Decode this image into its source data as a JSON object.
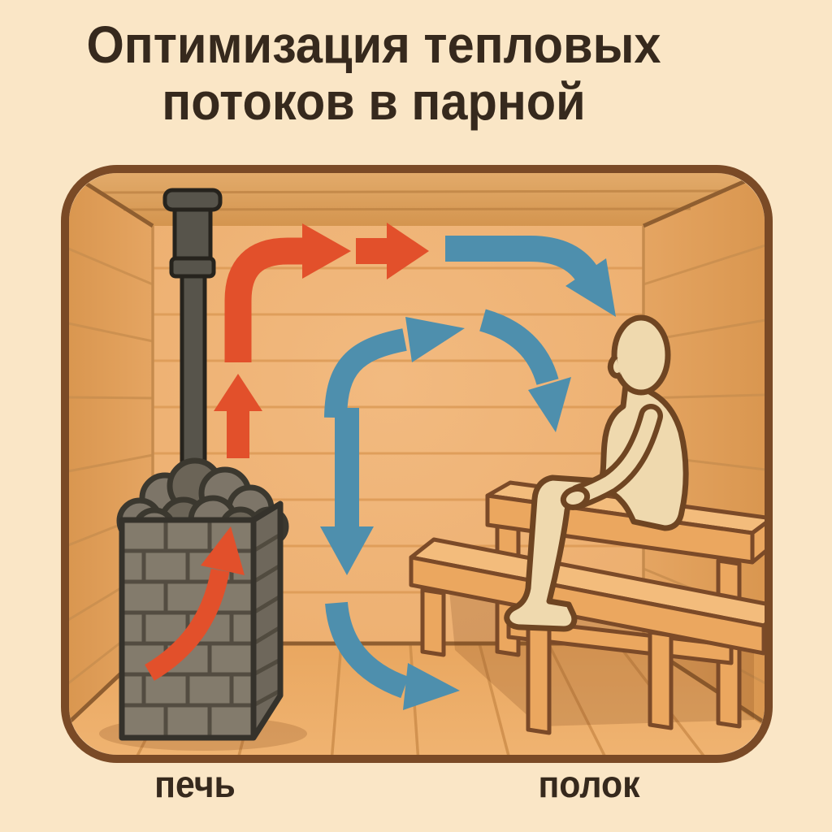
{
  "title": {
    "line1": "Оптимизация тепловых",
    "line2": "потоков в парной"
  },
  "labels": {
    "stove": "печь",
    "bench": "полок"
  },
  "colors": {
    "background": "#FAE6C6",
    "title_text": "#36291D",
    "room_border": "#7A4A26",
    "back_wall": "#EEB175",
    "side_wall": "#DF9E5A",
    "ceiling": "#DA9D5F",
    "floor": "#ECAD6A",
    "plank_line": "#C98E4F",
    "wood_outline": "#7B4A28",
    "hot_flow": "#E2502B",
    "cool_flow": "#4E8FAD",
    "stove_gray": "#7D7568",
    "stove_dark": "#3B382F",
    "chimney": "#57544B",
    "bench_top": "#F3BC7C",
    "bench_side": "#EBA75F",
    "skin": "#EFD9AE",
    "skin_outline": "#6F4522"
  },
  "scene": {
    "elements": [
      "sauna-room",
      "chimney",
      "stove-with-stones",
      "two-tier-bench",
      "seated-person"
    ],
    "arrows": [
      {
        "name": "hot-rise-inside-stove-arrow",
        "color": "#E2502B"
      },
      {
        "name": "hot-up-arrow",
        "color": "#E2502B"
      },
      {
        "name": "hot-curve-to-ceiling-arrow",
        "color": "#E2502B"
      },
      {
        "name": "hot-along-ceiling-arrow",
        "color": "#E2502B"
      },
      {
        "name": "cool-ceiling-descend-arrow",
        "color": "#4E8FAD"
      },
      {
        "name": "cool-rise-right-arrow",
        "color": "#4E8FAD"
      },
      {
        "name": "cool-descend-to-person-arrow",
        "color": "#4E8FAD"
      },
      {
        "name": "cool-down-mid-room-arrow",
        "color": "#4E8FAD"
      },
      {
        "name": "cool-floor-return-arrow",
        "color": "#4E8FAD"
      }
    ]
  }
}
